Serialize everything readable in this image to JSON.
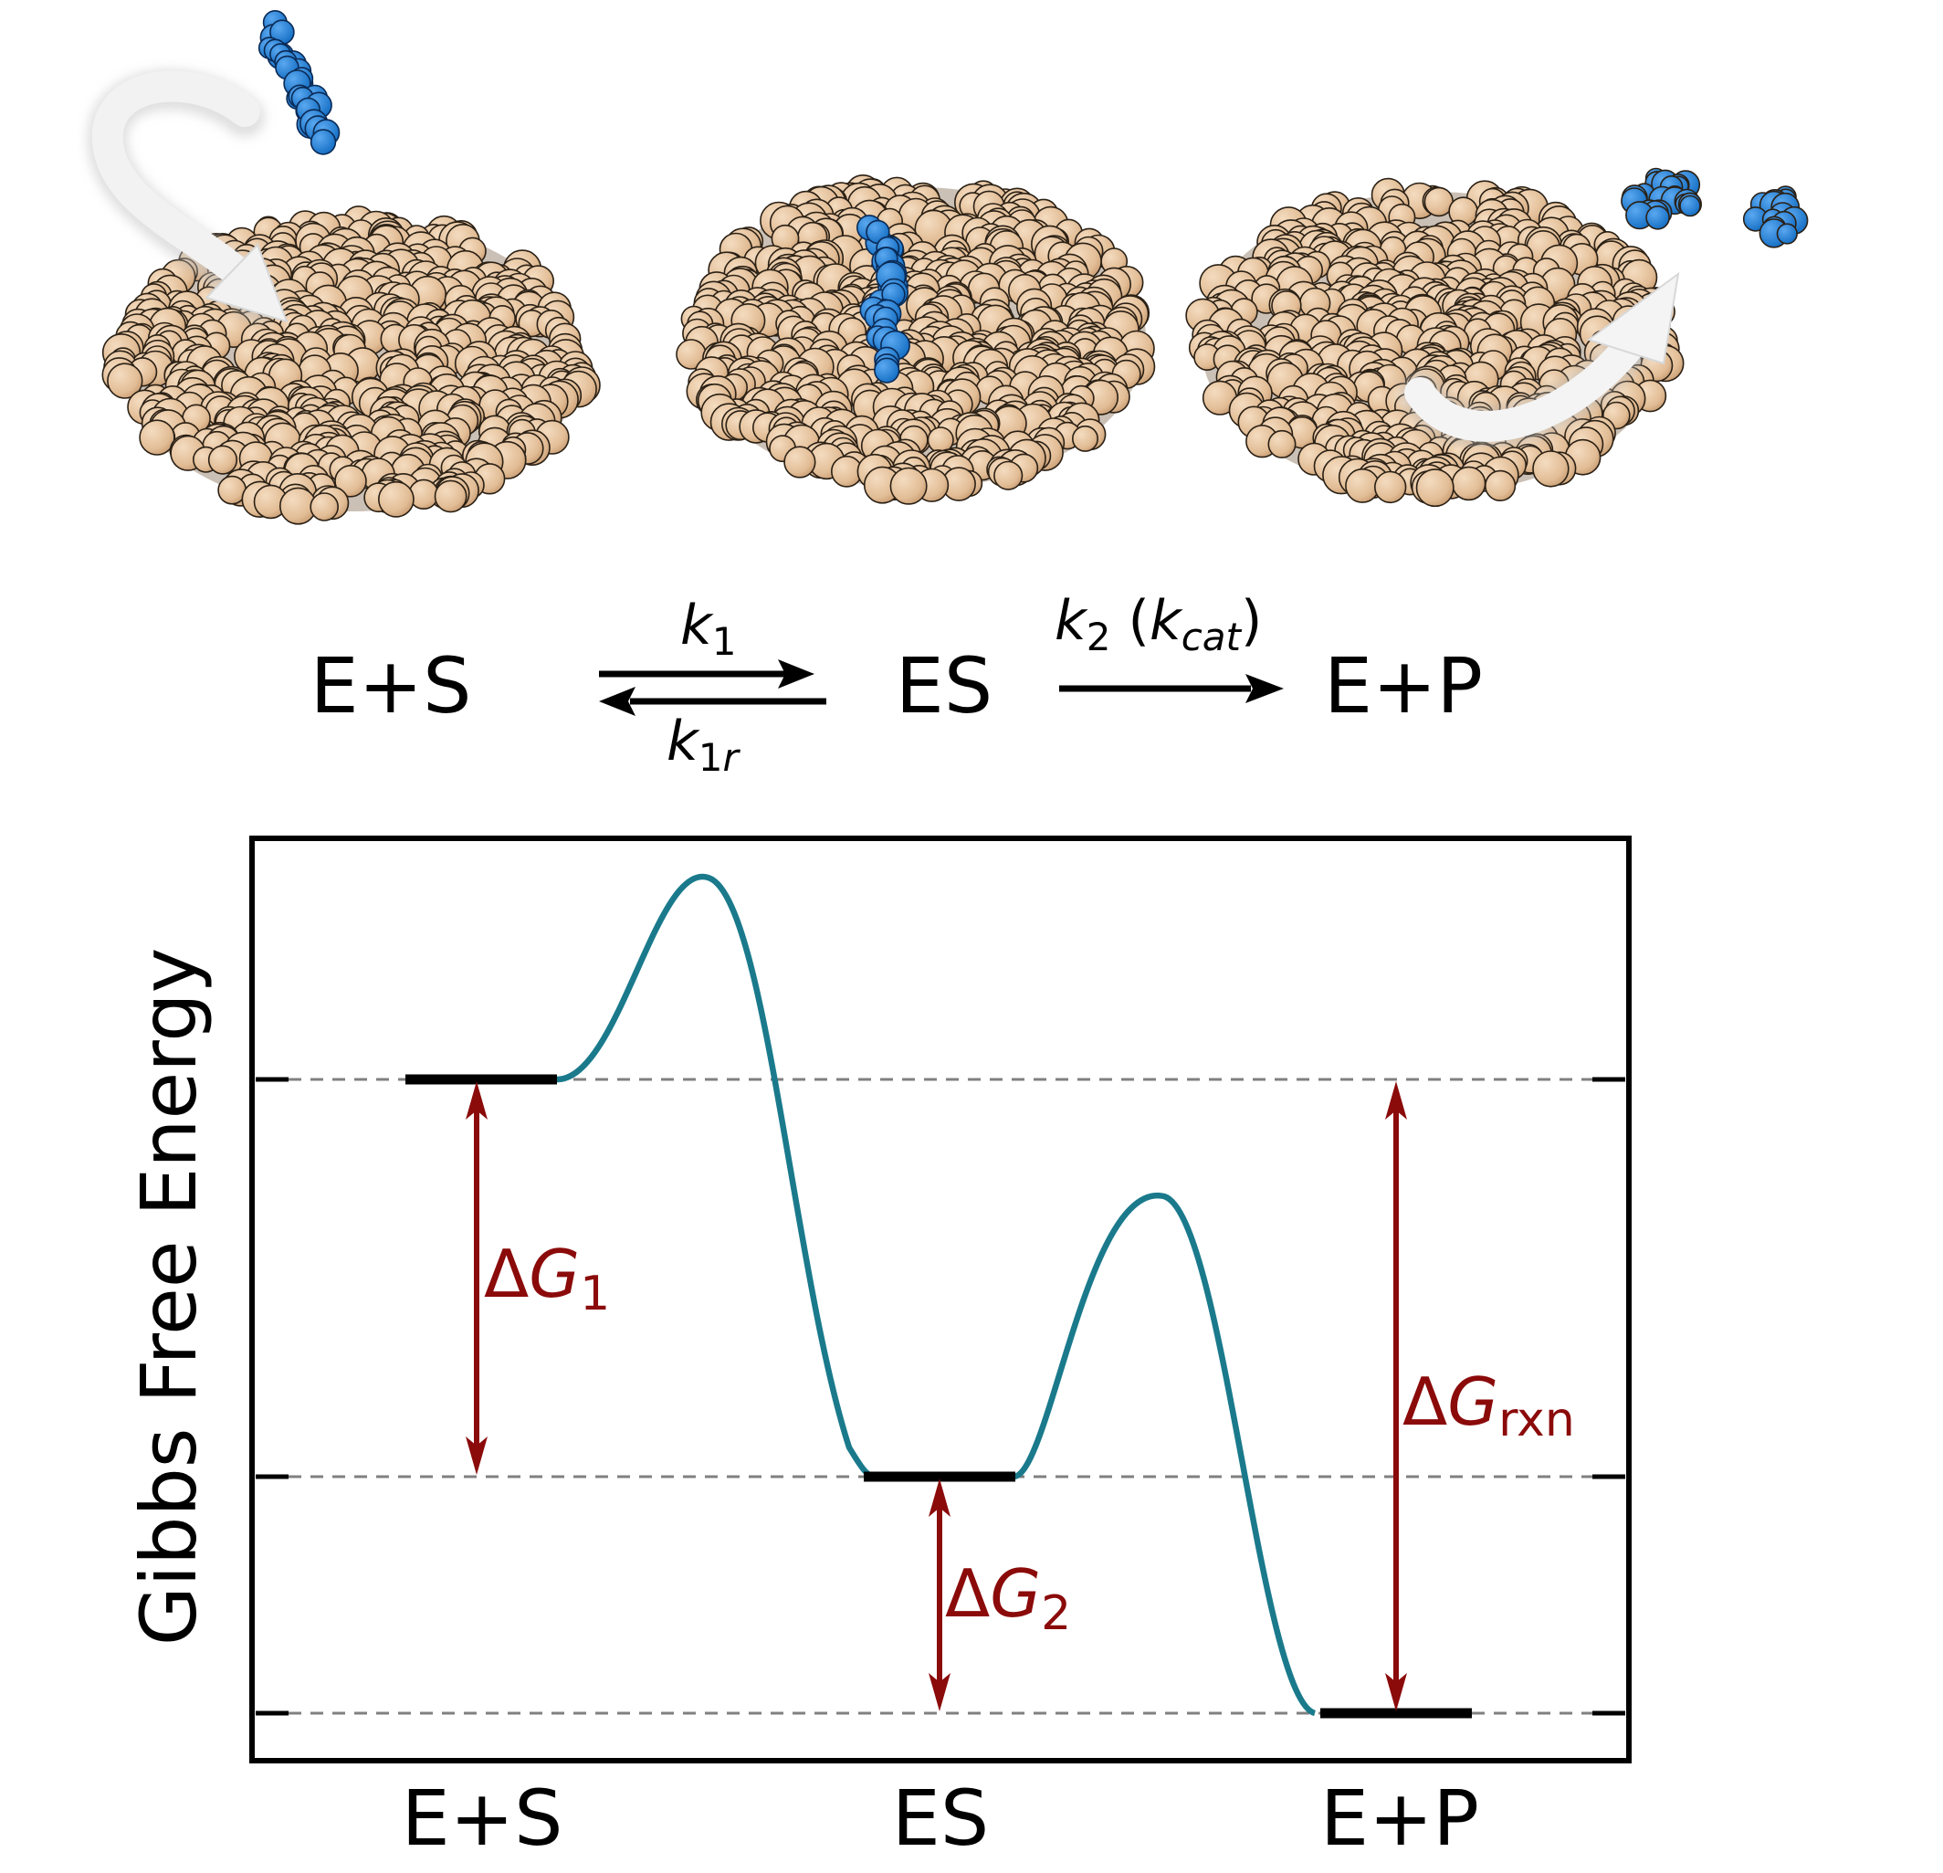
{
  "scheme": {
    "reactant": "E+S",
    "complex": "ES",
    "product": "E+P",
    "k1": {
      "main": "k",
      "sub": "1"
    },
    "k1r": {
      "main": "k",
      "sub": "1r"
    },
    "k2": {
      "main": "k",
      "sub": "2",
      "paren_open": " (",
      "kcat_main": "k",
      "kcat_sub": "cat",
      "paren_close": ")"
    }
  },
  "energy_diagram": {
    "ylabel": "Gibbs Free Energy",
    "states": [
      "E+S",
      "ES",
      "E+P"
    ],
    "levels": {
      "E+S": 0,
      "ES": -1,
      "E+P": -1.6
    },
    "barriers": {
      "TS1": 0.5,
      "TS2": -0.3
    },
    "annotations": {
      "dG1": {
        "delta": "Δ",
        "main": "G",
        "sub": "1"
      },
      "dG2": {
        "delta": "Δ",
        "main": "G",
        "sub": "2"
      },
      "dGrxn": {
        "delta": "Δ",
        "main": "G",
        "sub": "rxn"
      }
    },
    "colors": {
      "curve": "#1a7a8c",
      "arrows": "#8b0a0a",
      "levels": "#000000",
      "gridlines": "#808080"
    }
  },
  "illustration": {
    "enzyme_color": "#e6c39e",
    "substrate_color": "#1a7fdc",
    "panels": [
      "substrate-binding",
      "enzyme-substrate-complex",
      "product-release"
    ]
  }
}
